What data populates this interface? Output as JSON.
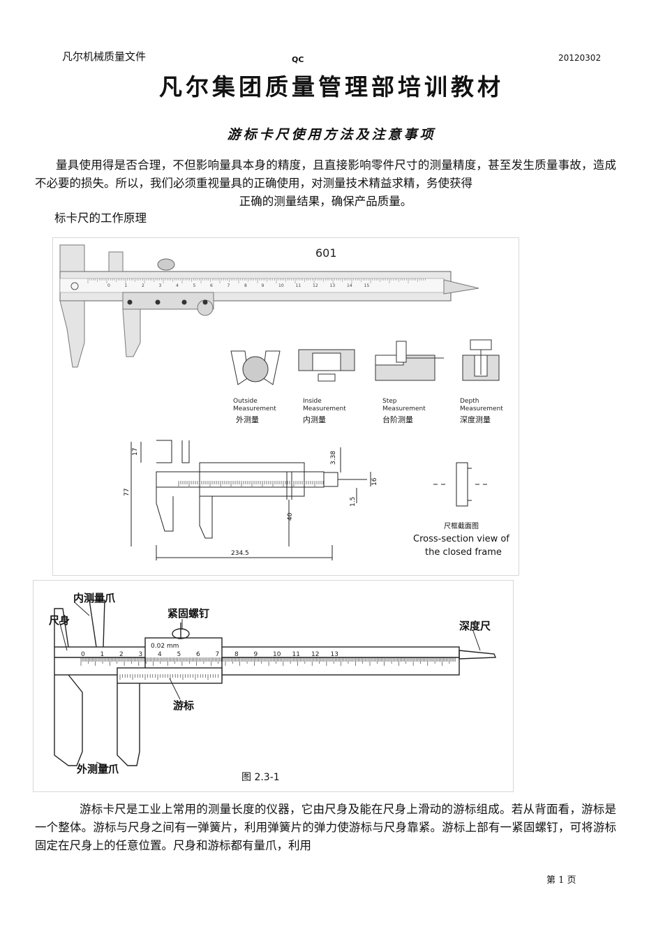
{
  "header": {
    "left": "凡尔机械质量文件",
    "center": "QC",
    "right": "20120302"
  },
  "title": "凡尔集团质量管理部培训教材",
  "subtitle": "游标卡尺使用方法及注意事项",
  "intro": {
    "text": "量具使用得是否合理，不但影响量具本身的精度，且直接影响零件尺寸的测量精度，甚至发生质量事故，造成不必要的损失。所以，我们必须重视量具的正确使用，对测量技术精益求精，务使获得",
    "last_line": "正确的测量结果，确保产品质量。"
  },
  "section_heading": "标卡尺的工作原理",
  "figure1": {
    "model": "601",
    "scale_numbers": [
      "0",
      "1",
      "2",
      "3",
      "4",
      "5",
      "6",
      "7",
      "8",
      "9",
      "10",
      "11",
      "12",
      "13",
      "14",
      "15"
    ],
    "methods": [
      {
        "en1": "Outside",
        "en2": "Measurement",
        "cn": "外测量"
      },
      {
        "en1": "Inside",
        "en2": "Measurement",
        "cn": "内测量"
      },
      {
        "en1": "Step",
        "en2": "Measurement",
        "cn": "台阶测量"
      },
      {
        "en1": "Depth",
        "en2": "Measurement",
        "cn": "深度测量"
      }
    ],
    "dims": {
      "d17": "17",
      "d77": "77",
      "d40": "40",
      "d2345": "234.5",
      "d338": "3.38",
      "d16": "16",
      "d15": "1.5"
    },
    "cross_section": {
      "cn": "尺框截面图",
      "en1": "Cross-section view of",
      "en2": "the closed frame"
    }
  },
  "figure2": {
    "labels": {
      "inner_jaw": "内测量爪",
      "ruler_body": "尺身",
      "lock_screw": "紧固螺钉",
      "depth_rod": "深度尺",
      "vernier": "游标",
      "outer_jaw": "外测量爪",
      "resolution": "0.02 mm",
      "caption": "图  2.3-1"
    },
    "scale_numbers": [
      "0",
      "1",
      "2",
      "3",
      "4",
      "5",
      "6",
      "7",
      "8",
      "9",
      "10",
      "11",
      "12",
      "13"
    ]
  },
  "body": "游标卡尺是工业上常用的测量长度的仪器，它由尺身及能在尺身上滑动的游标组成。若从背面看，游标是一个整体。游标与尺身之间有一弹簧片，利用弹簧片的弹力使游标与尺身靠紧。游标上部有一紧固螺钉，可将游标固定在尺身上的任意位置。尺身和游标都有量爪，利用",
  "footer": "第 1 页"
}
